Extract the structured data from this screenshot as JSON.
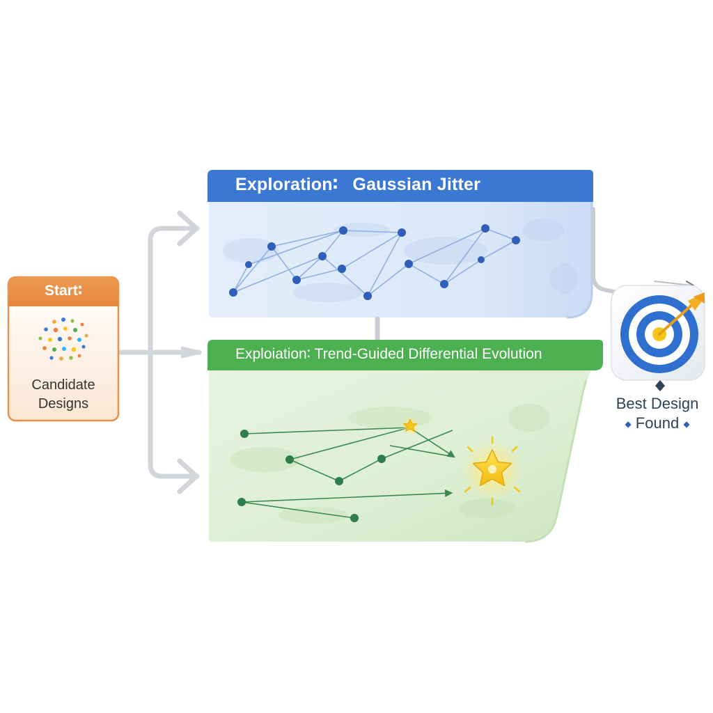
{
  "start": {
    "title": "Start∶",
    "label_line1": "Candidate",
    "label_line2": "Designs"
  },
  "exploration": {
    "title_part1": "Exploration∶",
    "title_part2": "Gaussian Jitter",
    "color": "#3b78d4"
  },
  "exploitation": {
    "title": "Exploiation∶ Trend-Guided Differential Evolution",
    "color": "#4caf50"
  },
  "best": {
    "line1": "Best Design",
    "line2": "Found",
    "icon": "bullseye-target-with-arrow"
  },
  "colors": {
    "start_accent": "#e8914a",
    "explore_node": "#2f5fb8",
    "exploit_node": "#2e7d4a",
    "star": "#f7c51b",
    "connector": "#c8ccd2"
  }
}
